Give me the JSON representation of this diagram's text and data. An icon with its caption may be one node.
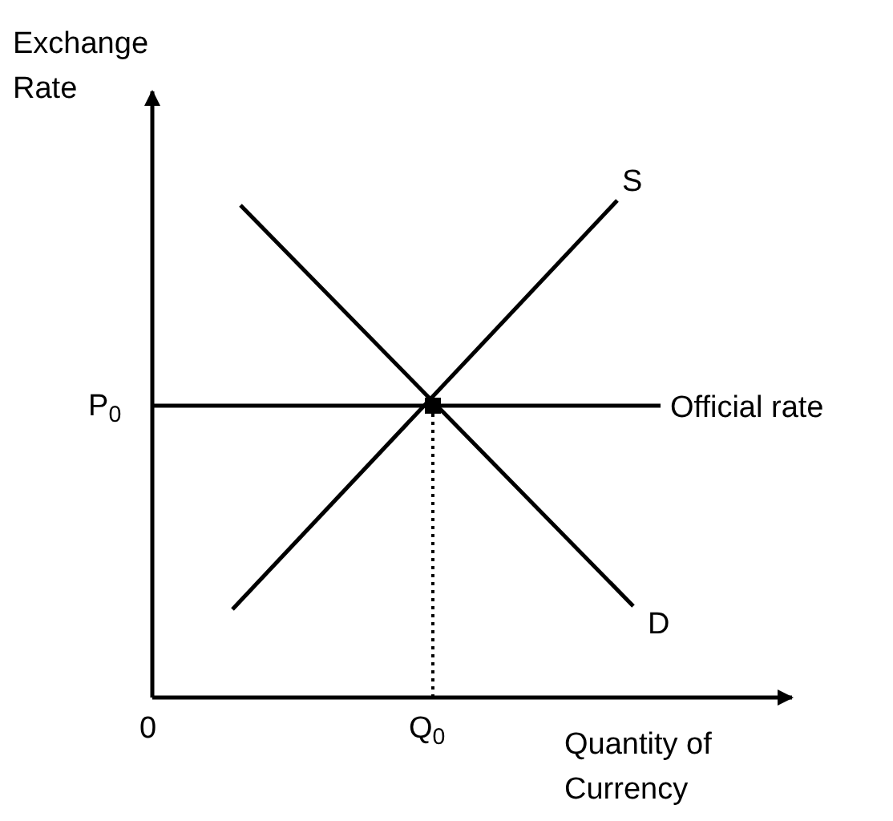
{
  "diagram": {
    "labels": [
      "Exchange Rate",
      "S",
      "P$_{0}$",
      "Official rate",
      "D",
      "0",
      "Q$_{0}$",
      "Quantity of Currency"
    ]
  }
}
